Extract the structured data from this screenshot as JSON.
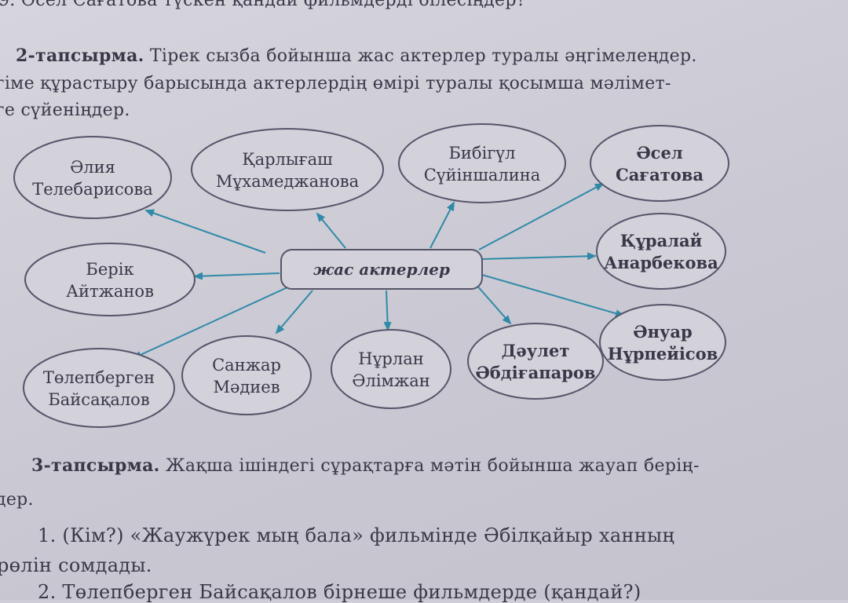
{
  "top_line": "9. Әсел Сағатова түскен қандай фильмдерді білесіңдер?",
  "task2": {
    "label": "2-тапсырма.",
    "line1": "Тірек сызба бойынша жас актерлер туралы әңгімелеңдер.",
    "line2": "гіме құрастыру барысында актерлердің өмірі туралы қосымша мәлімет-",
    "line3": "ге сүйеніңдер."
  },
  "diagram": {
    "center": "жас актерлер",
    "nodes": [
      {
        "line1": "Әлия",
        "line2": "Телебарисова"
      },
      {
        "line1": "Қарлығаш",
        "line2": "Мұхамеджанова"
      },
      {
        "line1": "Бибігүл",
        "line2": "Сүйіншалина"
      },
      {
        "line1": "Әсел",
        "line2": "Сағатова"
      },
      {
        "line1": "Берік",
        "line2": "Айтжанов"
      },
      {
        "line1": "Құралай",
        "line2": "Анарбекова"
      },
      {
        "line1": "Төлепберген",
        "line2": "Байсақалов"
      },
      {
        "line1": "Санжар",
        "line2": "Мәдиев"
      },
      {
        "line1": "Нұрлан",
        "line2": "Әлімжан"
      },
      {
        "line1": "Дәулет",
        "line2": "Әбдіғапаров"
      },
      {
        "line1": "Әнуар",
        "line2": "Нұрпейісов"
      }
    ]
  },
  "task3": {
    "label": "3-тапсырма.",
    "line1": "Жақша ішіндегі сұрақтарға мәтін бойынша жауап берің-",
    "line2": "дер."
  },
  "questions": {
    "q1_line1": "1. (Кім?) «Жаужүрек мың бала» фильмінде Әбілқайыр ханның",
    "q1_line2": "рөлін сомдады.",
    "q2_line1": "2. Төлепберген   Байсақалов   бірнеше   фильмдерде   (қандай?)"
  },
  "colors": {
    "arrow": "#2f8aa8",
    "ink": "#3a3848",
    "ellipse_stroke": "#55556a"
  }
}
